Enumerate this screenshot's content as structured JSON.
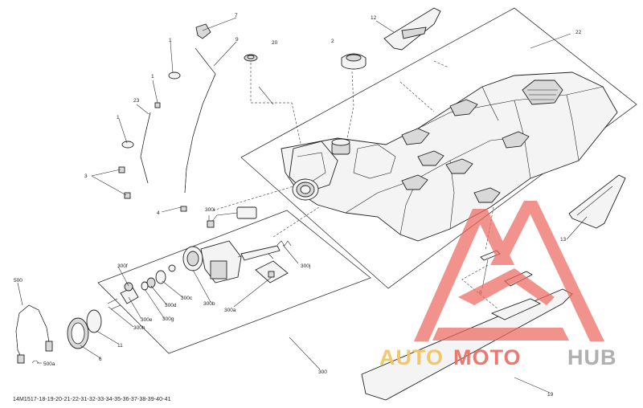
{
  "callouts": {
    "c1": "1",
    "c2": "2",
    "c3": "3",
    "c4": "4",
    "c6": "6",
    "c7": "7",
    "c8": "8",
    "c9": "9",
    "c11": "11",
    "c12": "12",
    "c13": "13",
    "c19": "19",
    "c20": "20",
    "c22": "22",
    "c23": "23",
    "c300": "300",
    "c300a": "300a",
    "c300b": "300b",
    "c300c": "300c",
    "c300d": "300d",
    "c300e": "300e",
    "c300f": "300f",
    "c300g": "300g",
    "c300h": "300h",
    "c300i": "300i",
    "c300j": "300j",
    "c500": "500",
    "c500a": "500a"
  },
  "footer_code": "14M1517-18-19-20-21-22-31-32-33-34-35-36-37-38-39-40-41",
  "watermark": {
    "text_part1": "AUTO",
    "text_part2": "MOTO",
    "text_part3": "HUB",
    "colors": {
      "gold": "#f2c25a",
      "red": "#ec6a60",
      "gray": "#a8a8a8"
    }
  }
}
